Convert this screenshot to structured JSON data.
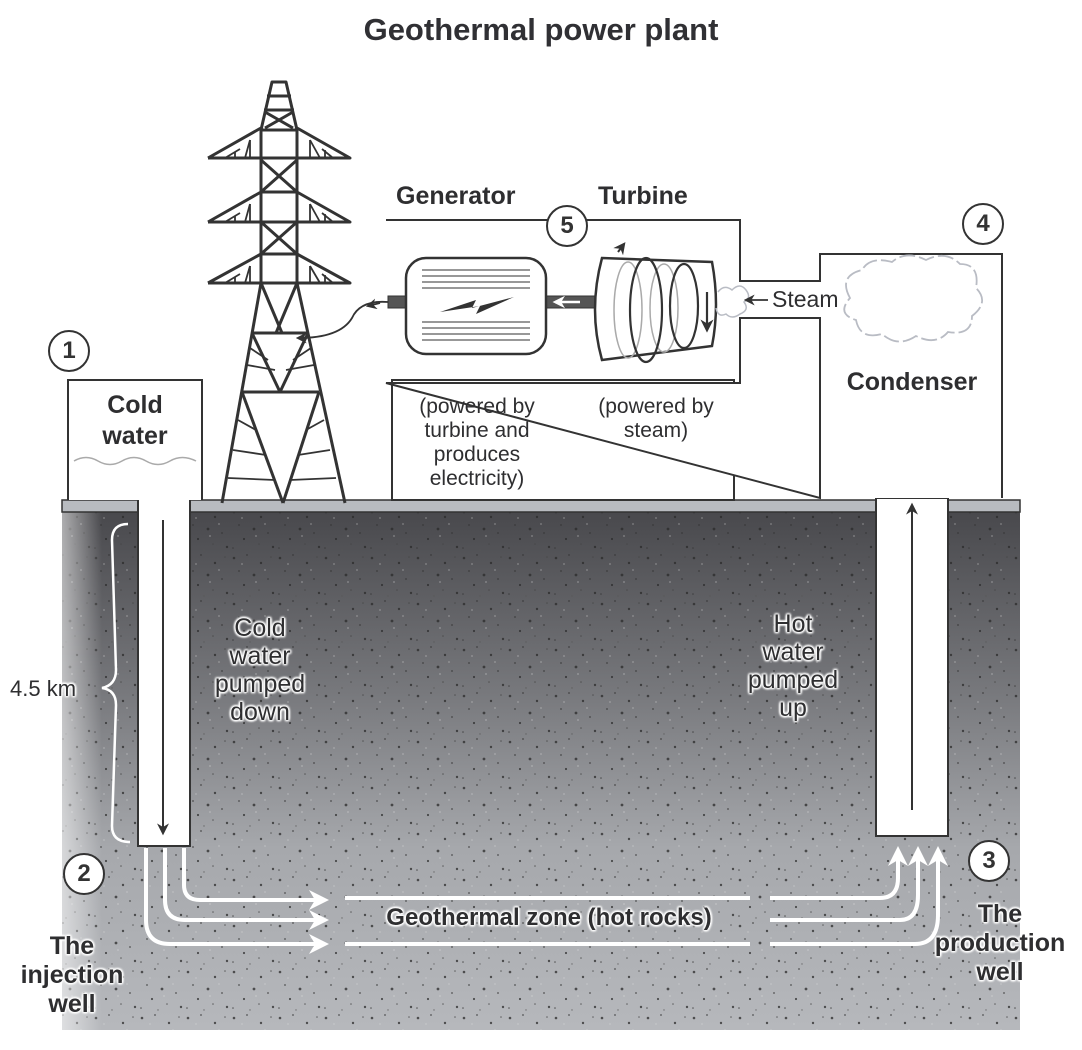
{
  "title": "Geothermal power plant",
  "steps": {
    "1": "1",
    "2": "2",
    "3": "3",
    "4": "4",
    "5": "5"
  },
  "components": {
    "cold_water": {
      "line1": "Cold",
      "line2": "water"
    },
    "generator": {
      "label": "Generator",
      "note": [
        "(powered by",
        "turbine and",
        "produces",
        "electricity)"
      ]
    },
    "turbine": {
      "label": "Turbine",
      "note": [
        "(powered by",
        "steam)"
      ]
    },
    "steam": "Steam",
    "condenser": "Condenser"
  },
  "underground": {
    "depth": "4.5 km",
    "cold_flow": [
      "Cold",
      "water",
      "pumped",
      "down"
    ],
    "hot_flow": [
      "Hot",
      "water",
      "pumped",
      "up"
    ],
    "zone": "Geothermal zone (hot rocks)",
    "injection_well": [
      "The",
      "injection",
      "well"
    ],
    "production_well": [
      "The",
      "production",
      "well"
    ]
  },
  "colors": {
    "line": "#333333",
    "ground_top": "#4a4a4e",
    "ground_bottom": "#b9bbbf",
    "surface_strip": "#b8bbc0",
    "steam_cloud": "#b9bcc4"
  }
}
